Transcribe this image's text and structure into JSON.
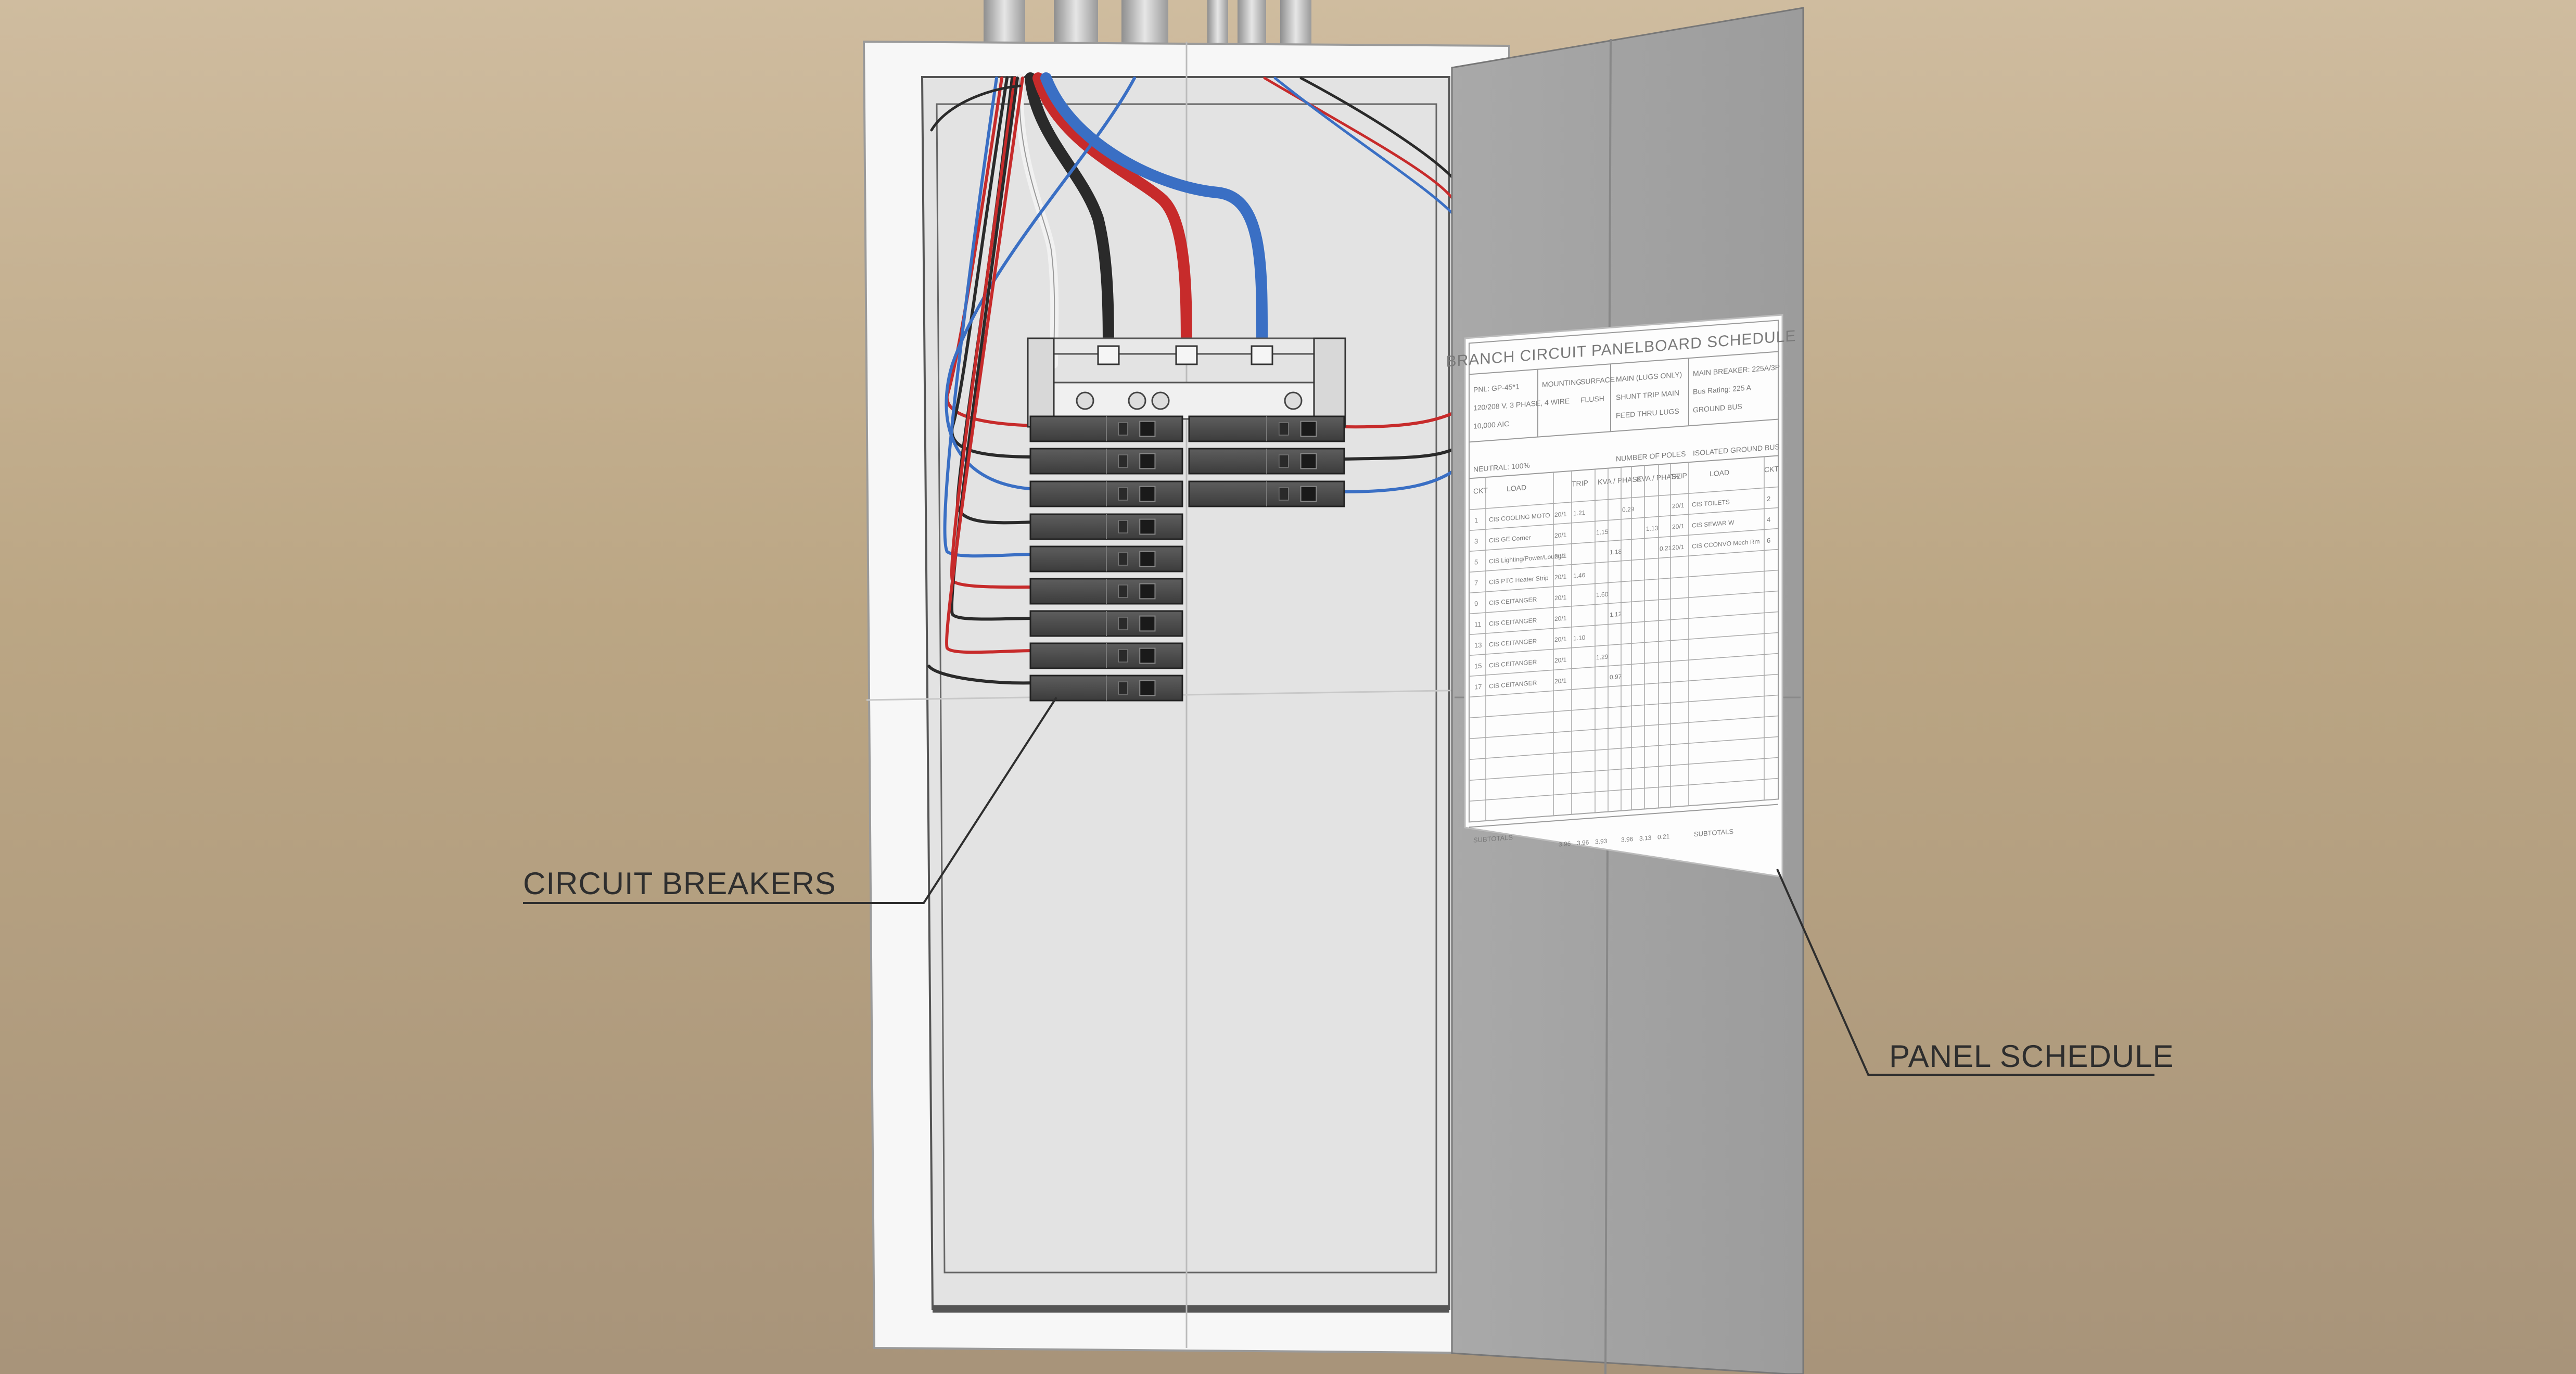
{
  "callouts": {
    "breakers": "CIRCUIT BREAKERS",
    "schedule": "PANEL SCHEDULE"
  },
  "schedule": {
    "title": "BRANCH CIRCUIT PANELBOARD SCHEDULE",
    "info": [
      "PNL: GP-45*1",
      "120/208 V, 3 PHASE, 4 WIRE",
      "10,000 AIC",
      "NEUTRAL: 100%",
      "MOUNTING",
      "SURFACE",
      "FLUSH",
      "MAIN (LUGS ONLY)",
      "SHUNT TRIP MAIN",
      "FEED THRU LUGS",
      "NUMBER OF POLES",
      "MAIN BREAKER: 225A/3P",
      "Bus Rating: 225 A",
      "GROUND BUS",
      "ISOLATED GROUND BUS"
    ],
    "headers_left": [
      "CKT",
      "LOAD",
      "TRIP",
      "KVA / PHASE"
    ],
    "headers_right": [
      "KVA / PHASE",
      "TRIP",
      "LOAD",
      "CKT"
    ],
    "rows": [
      {
        "ckt": "1",
        "load": "CIS COOLING MOTO",
        "trip": "20/1",
        "kva": "1.21"
      },
      {
        "ckt": "3",
        "load": "CIS GE Corner",
        "trip": "20/1",
        "kva": "1.15"
      },
      {
        "ckt": "5",
        "load": "CIS Lighting/Power/Lounge",
        "trip": "20/1",
        "kva": "1.18"
      },
      {
        "ckt": "7",
        "load": "CIS PTC Heater Strip",
        "trip": "20/1",
        "kva": "1.46"
      },
      {
        "ckt": "9",
        "load": "CIS CEITANGER",
        "trip": "20/1",
        "kva": "1.60"
      },
      {
        "ckt": "11",
        "load": "CIS CEITANGER",
        "trip": "20/1",
        "kva": "1.12"
      },
      {
        "ckt": "13",
        "load": "CIS CEITANGER",
        "trip": "20/1",
        "kva": "1.10"
      },
      {
        "ckt": "15",
        "load": "CIS CEITANGER",
        "trip": "20/1",
        "kva": "1.29"
      },
      {
        "ckt": "17",
        "load": "CIS CEITANGER",
        "trip": "20/1",
        "kva": "0.97"
      }
    ],
    "rows_right": [
      {
        "ckt": "2",
        "load": "CIS TOILETS",
        "trip": "20/1",
        "kva": "0.29"
      },
      {
        "ckt": "4",
        "load": "CIS SEWAR W",
        "trip": "20/1",
        "kva": "1.13"
      },
      {
        "ckt": "6",
        "load": "CIS CCONVO Mech Rm",
        "trip": "20/1",
        "kva": "0.21"
      }
    ],
    "totals_label": "SUBTOTALS",
    "totals_left": [
      "3.96",
      "3.96",
      "3.93"
    ],
    "totals_right": [
      "3.96",
      "3.13",
      "0.21"
    ],
    "totals_label_right": "SUBTOTALS"
  }
}
